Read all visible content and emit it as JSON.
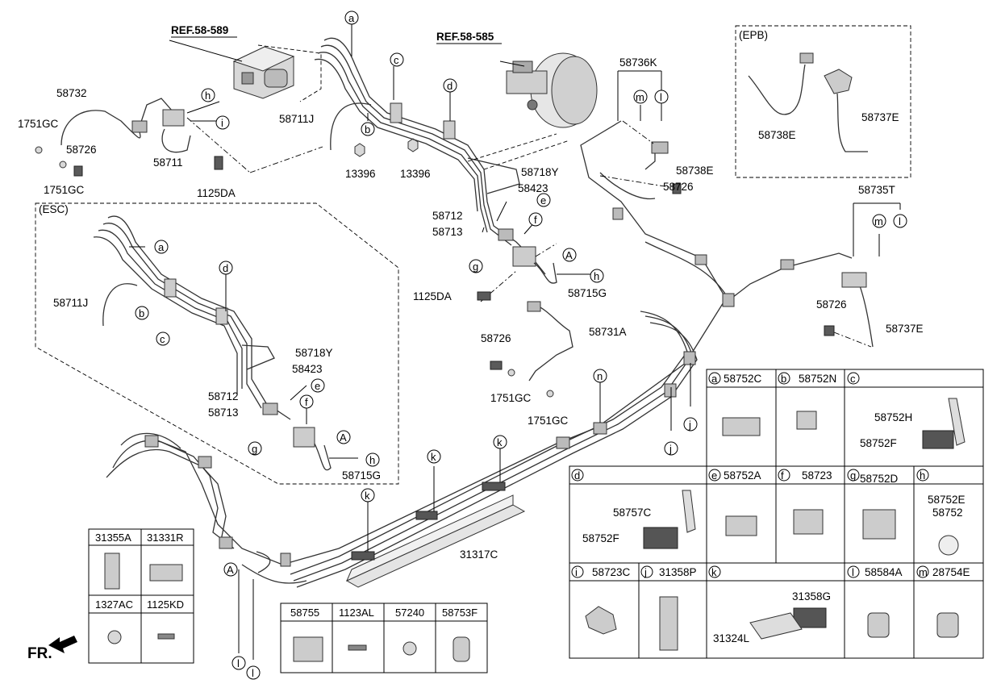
{
  "references": [
    "REF.58-589",
    "REF.58-585"
  ],
  "section_labels": {
    "esc": "(ESC)",
    "epb": "(EPB)",
    "front": "FR."
  },
  "part_labels": {
    "p58732": "58732",
    "p1751gc_a": "1751GC",
    "p58726_a": "58726",
    "p1751gc_b": "1751GC",
    "p58711": "58711",
    "p1125da_a": "1125DA",
    "p58711j_top": "58711J",
    "p13396_a": "13396",
    "p13396_b": "13396",
    "p58718y_top": "58718Y",
    "p58423_top": "58423",
    "p58712_top": "58712",
    "p58713_top": "58713",
    "p1125da_b": "1125DA",
    "p58715g_top": "58715G",
    "p58736k": "58736K",
    "p58738e_mid": "58738E",
    "p58726_b": "58726",
    "p58738e_epb": "58738E",
    "p58737e_epb": "58737E",
    "p58735t": "58735T",
    "p58726_c": "58726",
    "p58737e_right": "58737E",
    "p58726_d": "58726",
    "p58731a": "58731A",
    "p1751gc_c": "1751GC",
    "p1751gc_d": "1751GC",
    "p31317c": "31317C",
    "p58711j_esc": "58711J",
    "p58718y_esc": "58718Y",
    "p58423_esc": "58423",
    "p58712_esc": "58712",
    "p58713_esc": "58713",
    "p58715g_esc": "58715G"
  },
  "callouts": {
    "a": "a",
    "b": "b",
    "c": "c",
    "d": "d",
    "e": "e",
    "f": "f",
    "g": "g",
    "h": "h",
    "i": "i",
    "j": "j",
    "k": "k",
    "l": "l",
    "m": "m",
    "n": "n",
    "A": "A"
  },
  "legend_grid": {
    "a": {
      "letter": "a",
      "part": "58752C"
    },
    "b": {
      "letter": "b",
      "part": "58752N"
    },
    "c": {
      "letter": "c",
      "parts": [
        "58752H",
        "58752F"
      ]
    },
    "d": {
      "letter": "d",
      "parts": [
        "58757C",
        "58752F"
      ]
    },
    "e": {
      "letter": "e",
      "part": "58752A"
    },
    "f": {
      "letter": "f",
      "part": "58723"
    },
    "g": {
      "letter": "g",
      "part": "58752D"
    },
    "h": {
      "letter": "h",
      "parts": [
        "58752E",
        "58752"
      ]
    },
    "i": {
      "letter": "i",
      "part": "58723C"
    },
    "j": {
      "letter": "j",
      "part": "31358P"
    },
    "k": {
      "letter": "k",
      "parts": [
        "31358G",
        "31324L"
      ]
    },
    "l": {
      "letter": "l",
      "part": "58584A"
    },
    "m": {
      "letter": "m",
      "part": "28754E"
    }
  },
  "left_table": [
    [
      "31355A",
      "31331R"
    ],
    [
      "1327AC",
      "1125KD"
    ]
  ],
  "bottom_table": [
    "58755",
    "1123AL",
    "57240",
    "58753F"
  ]
}
